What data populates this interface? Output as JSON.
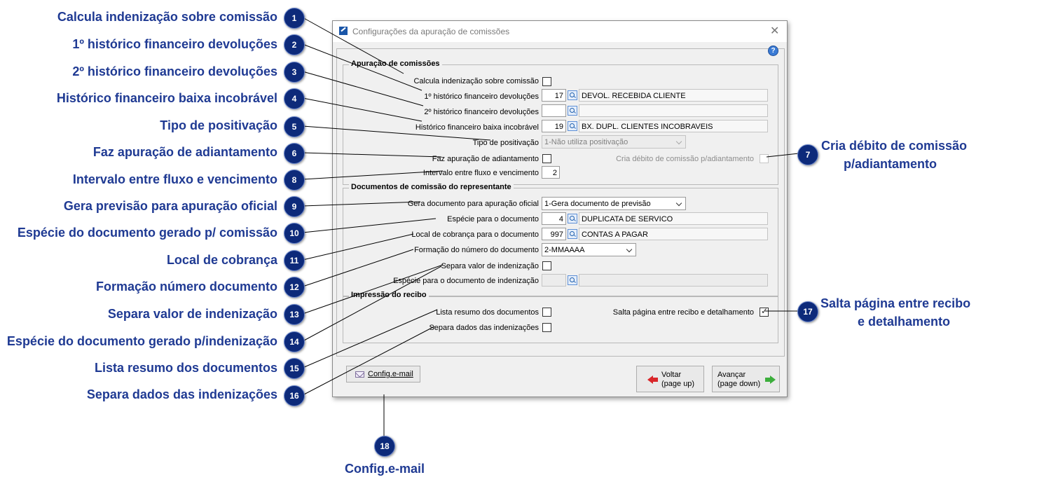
{
  "callouts": [
    {
      "num": "1",
      "text": "Calcula indenização sobre comissão"
    },
    {
      "num": "2",
      "text": "1º histórico financeiro devoluções"
    },
    {
      "num": "3",
      "text": "2º histórico financeiro devoluções"
    },
    {
      "num": "4",
      "text": "Histórico financeiro baixa incobrável"
    },
    {
      "num": "5",
      "text": "Tipo de positivação"
    },
    {
      "num": "6",
      "text": "Faz apuração de adiantamento"
    },
    {
      "num": "7",
      "text": "Cria débito de comissão p/adiantamento"
    },
    {
      "num": "8",
      "text": "Intervalo entre fluxo e vencimento"
    },
    {
      "num": "9",
      "text": "Gera previsão para apuração oficial"
    },
    {
      "num": "10",
      "text": "Espécie do documento gerado p/ comissão"
    },
    {
      "num": "11",
      "text": "Local de cobrança"
    },
    {
      "num": "12",
      "text": "Formação número documento"
    },
    {
      "num": "13",
      "text": "Separa valor de indenização"
    },
    {
      "num": "14",
      "text": "Espécie do documento gerado p/indenização"
    },
    {
      "num": "15",
      "text": "Lista resumo dos documentos"
    },
    {
      "num": "16",
      "text": "Separa dados das indenizações"
    },
    {
      "num": "17",
      "text": "Salta página entre recibo e detalhamento"
    },
    {
      "num": "18",
      "text": "Config.e-mail"
    }
  ],
  "callout7_lines": [
    "Cria débito de comissão",
    "p/adiantamento"
  ],
  "callout17_lines": [
    "Salta página entre recibo",
    "e detalhamento"
  ],
  "window": {
    "title": "Configurações da apuração de comissões",
    "close": "✕",
    "help": "?"
  },
  "groups": {
    "apuracao": "Apuração de comissões",
    "documentos": "Documentos de comissão do representante",
    "impressao": "Impressão do recibo"
  },
  "fields": {
    "calcula_indenizacao": {
      "label": "Calcula indenização sobre comissão",
      "checked": false
    },
    "hist_dev1": {
      "label": "1º histórico financeiro devoluções",
      "value": "17",
      "desc": "DEVOL.  RECEBIDA CLIENTE"
    },
    "hist_dev2": {
      "label": "2º histórico financeiro devoluções",
      "value": "",
      "desc": ""
    },
    "hist_incobravel": {
      "label": "Histórico financeiro baixa incobrável",
      "value": "19",
      "desc": "BX. DUPL. CLIENTES INCOBRAVEIS"
    },
    "tipo_positivacao": {
      "label": "Tipo de positivação",
      "value": "1-Não utiliza positivação"
    },
    "faz_adiantamento": {
      "label": "Faz apuração de adiantamento",
      "checked": false
    },
    "cria_debito": {
      "label": "Cria débito de comissão p/adiantamento",
      "checked": false
    },
    "intervalo": {
      "label": "Intervalo entre fluxo e vencimento",
      "value": "2"
    },
    "gera_documento": {
      "label": "Gera documento para apuração oficial",
      "value": "1-Gera documento de previsão"
    },
    "especie_doc": {
      "label": "Espécie para o documento",
      "value": "4",
      "desc": "DUPLICATA DE SERVICO"
    },
    "local_cobranca": {
      "label": "Local de cobrança para o documento",
      "value": "997",
      "desc": "CONTAS A PAGAR"
    },
    "formacao_numero": {
      "label": "Formação do número do documento",
      "value": "2-MMAAAA"
    },
    "separa_indenizacao": {
      "label": "Separa valor de indenização",
      "checked": false
    },
    "especie_indenizacao": {
      "label": "Espécie para o documento de indenização",
      "value": "",
      "desc": ""
    },
    "lista_resumo": {
      "label": "Lista resumo dos documentos",
      "checked": false
    },
    "separa_dados": {
      "label": "Separa dados das indenizações",
      "checked": false
    },
    "salta_pagina": {
      "label": "Salta página entre recibo e detalhamento",
      "checked": true
    }
  },
  "buttons": {
    "config_email": "Config.e-mail",
    "voltar": [
      "Voltar",
      "(page up)"
    ],
    "avancar": [
      "Avançar",
      "(page down)"
    ]
  },
  "check_mark": "✓"
}
